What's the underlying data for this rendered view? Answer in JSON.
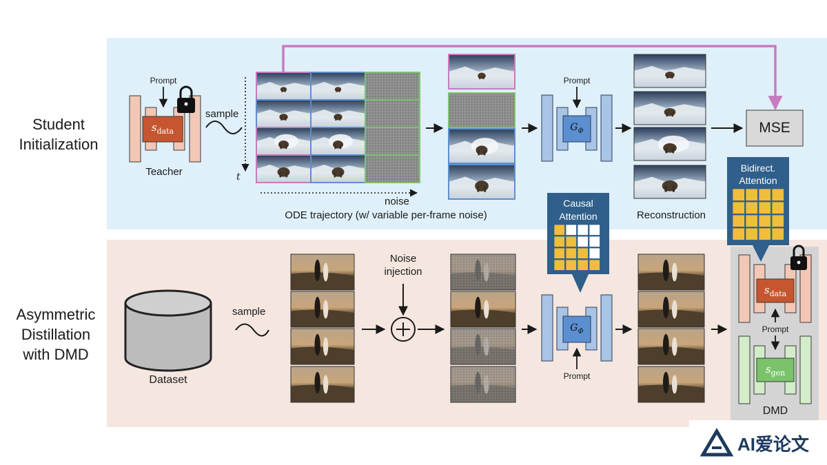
{
  "sections": {
    "top": "Student\nInitialization",
    "bottom": "Asymmetric\nDistillation\nwith DMD"
  },
  "labels": {
    "prompt": "Prompt",
    "sample": "sample",
    "teacher": "Teacher",
    "t_axis": "t",
    "noise_axis": "noise",
    "ode_caption": "ODE trajectory (w/ variable per-frame noise)",
    "reconstruction": "Reconstruction",
    "mse": "MSE",
    "bidirect_attention": "Bidirect.\nAttention",
    "causal_attention": "Causal\nAttention",
    "noise_injection": "Noise\ninjection",
    "dataset": "Dataset",
    "dmd": "DMD",
    "s_data": "s_data",
    "s_gen": "s_gen",
    "g_phi": "G_Φ",
    "watermark": "AI爱论文"
  },
  "colors": {
    "top_bg": "#dff0fa",
    "bottom_bg": "#f5e6df",
    "pink": "#c77bc0",
    "blue_block": "#a8c4e6",
    "salmon_block": "#f3c7b6",
    "green_block": "#d3ecc9",
    "s_data_fill": "#c5562f",
    "s_gen_fill": "#7bc36b",
    "attention_header": "#2f5f8a",
    "attention_cell": "#f1be3b"
  },
  "attention": {
    "causal": [
      [
        1,
        0,
        0,
        0
      ],
      [
        1,
        1,
        0,
        0
      ],
      [
        1,
        1,
        1,
        0
      ],
      [
        1,
        1,
        1,
        1
      ]
    ],
    "bidirect": [
      [
        1,
        1,
        1,
        1
      ],
      [
        1,
        1,
        1,
        1
      ],
      [
        1,
        1,
        1,
        1
      ],
      [
        1,
        1,
        1,
        1
      ]
    ]
  }
}
